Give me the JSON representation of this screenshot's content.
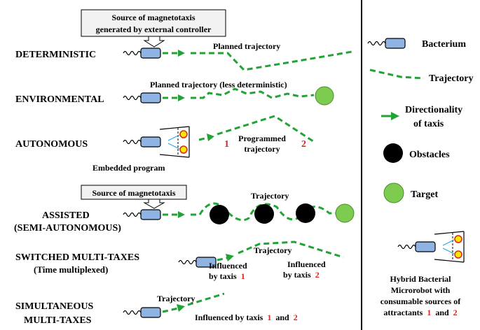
{
  "top_box": {
    "line1": "Source of magnetotaxis",
    "line2": "generated by external controller"
  },
  "rows": {
    "deterministic": {
      "label": "DETERMINISTIC",
      "note": "Planned trajectory"
    },
    "environmental": {
      "label": "ENVIRONMENTAL",
      "note": "Planned trajectory (less deterministic)"
    },
    "autonomous": {
      "label": "AUTONOMOUS",
      "note_line1": "Programmed",
      "note_line2": "trajectory",
      "marker1": "1",
      "marker2": "2",
      "embedded": "Embedded program"
    },
    "assisted": {
      "box": "Source of magnetotaxis",
      "label_line1": "ASSISTED",
      "label_line2": "(SEMI-AUTONOMOUS)",
      "note": "Trajectory"
    },
    "switched": {
      "label_line1": "SWITCHED MULTI-TAXES",
      "label_line2": "(Time multiplexed)",
      "note": "Trajectory",
      "inf1_line1": "Influenced",
      "inf1_line2": "by taxis",
      "inf1_num": "1",
      "inf2_line1": "Influenced",
      "inf2_line2": "by taxis",
      "inf2_num": "2"
    },
    "simultaneous": {
      "label_line1": "SIMULTANEOUS",
      "label_line2": "MULTI-TAXES",
      "note": "Trajectory",
      "inf_prefix": "Influenced by taxis",
      "inf_num1": "1",
      "inf_and": "and",
      "inf_num2": "2"
    }
  },
  "legend": {
    "bacterium": "Bacterium",
    "trajectory": "Trajectory",
    "directionality_line1": "Directionality",
    "directionality_line2": "of taxis",
    "obstacles": "Obstacles",
    "target": "Target",
    "hybrid_line1": "Hybrid Bacterial",
    "hybrid_line2": "Microrobot with",
    "hybrid_line3": "consumable sources of",
    "hybrid_line4_prefix": "attractants",
    "hybrid_num1": "1",
    "hybrid_and": "and",
    "hybrid_num2": "2"
  },
  "colors": {
    "trajectory": "#21a336",
    "bacterium_body": "#8fb4e3",
    "obstacle": "#000000",
    "target": "#7dcc4f",
    "marker_red": "#d9261c",
    "marker_yellow": "#ffe600"
  }
}
